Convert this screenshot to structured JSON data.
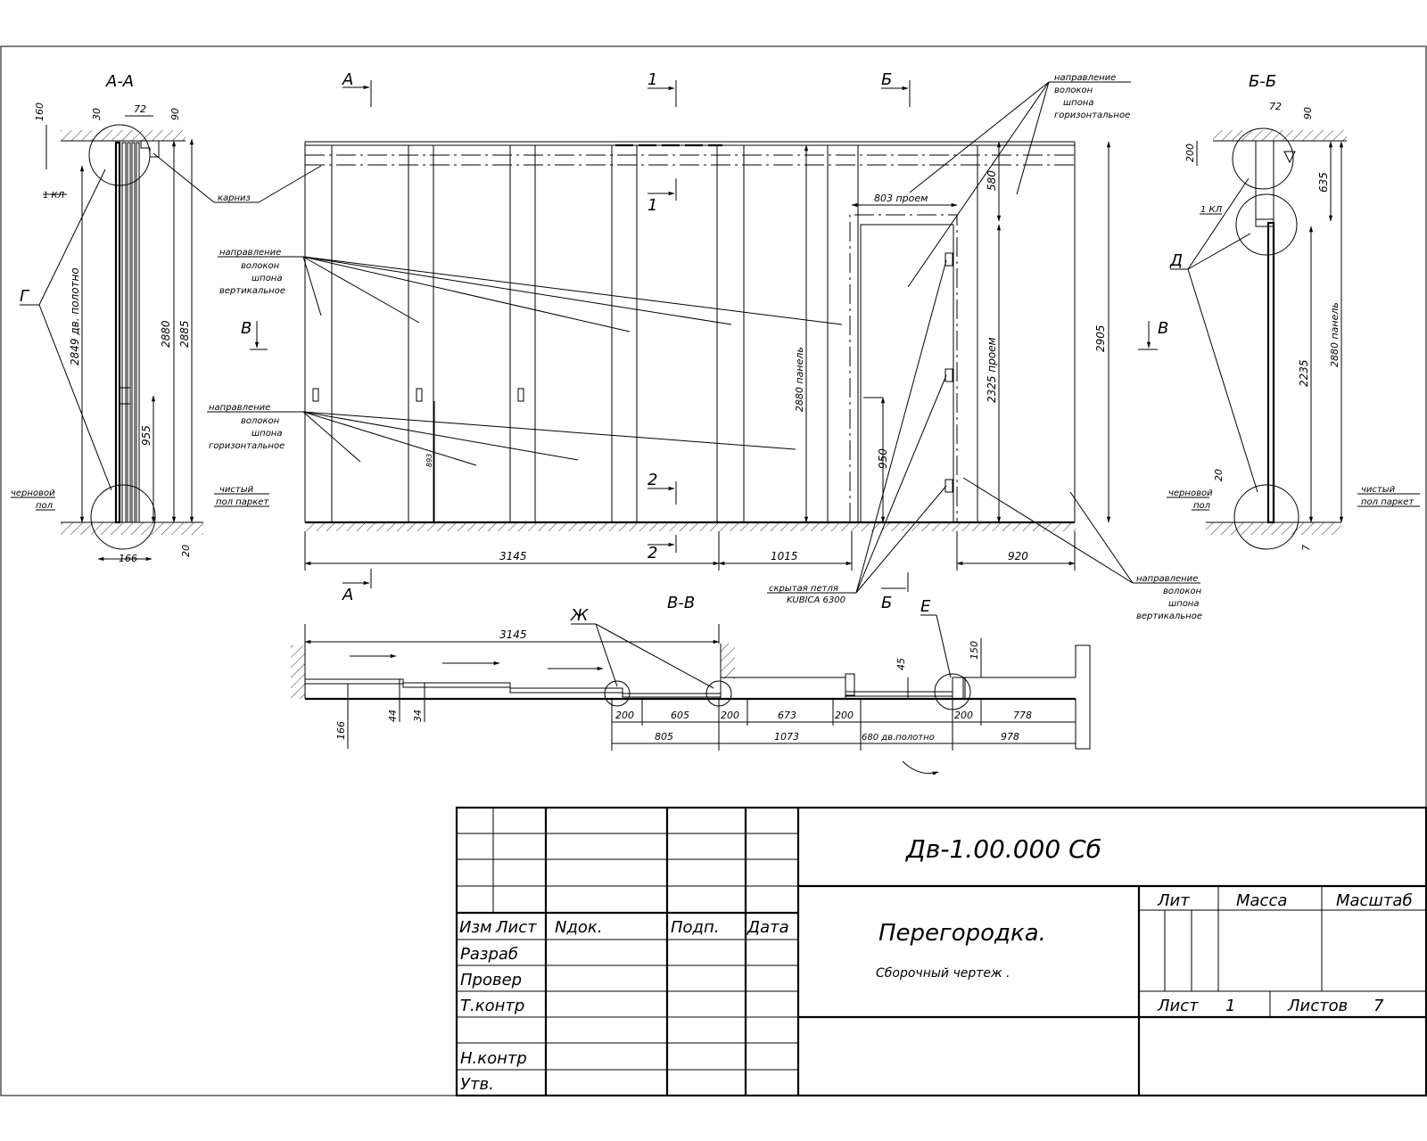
{
  "sections": {
    "aa": "А-А",
    "bb": "Б-Б",
    "vv": "В-В",
    "mark_a": "А",
    "mark_b": "Б",
    "mark_1": "1",
    "mark_2": "2",
    "mark_v": "В",
    "mark_g": "Г",
    "mark_d": "Д",
    "mark_zh": "Ж",
    "mark_e": "Е"
  },
  "dims": {
    "d160": "160",
    "d30": "30",
    "d72": "72",
    "d90": "90",
    "d2849": "2849 дв. полотно",
    "d2880": "2880",
    "d2885": "2885",
    "d955": "955",
    "d166": "166",
    "d20": "20",
    "d3145": "3145",
    "d1015": "1015",
    "d920": "920",
    "d803": "803 проем",
    "d580": "580",
    "d2880p": "2880 панель",
    "d2325": "2325 проем",
    "d2905": "2905",
    "d950": "950",
    "d893": "893",
    "d200": "200",
    "d635": "635",
    "d2235": "2235",
    "d7": "7",
    "d605": "605",
    "d805": "805",
    "d673": "673",
    "d1073": "1073",
    "d680": "680 дв.полотно",
    "d778": "778",
    "d978": "978",
    "d45": "45",
    "d150": "150",
    "d44": "44",
    "d34": "34"
  },
  "notes": {
    "kl": "1 КЛ",
    "karniz": "карниз",
    "fiber_v": [
      "направление",
      "волокон",
      "шпона",
      "вертикальное"
    ],
    "fiber_h": [
      "направление",
      "волокон",
      "шпона",
      "горизонтальное"
    ],
    "floor_rough": [
      "черновой",
      "пол"
    ],
    "floor_clean": [
      "чистый",
      "пол паркет"
    ],
    "hinge": [
      "скрытая петля",
      "KUBICA 6300"
    ]
  },
  "title_block": {
    "code": "Дв-1.00.000 Сб",
    "name": "Перегородка.",
    "subtitle": "Сборочный чертеж .",
    "lit_label": "Лит",
    "mass_label": "Масса",
    "scale_label": "Масштаб",
    "sheet_label": "Лист",
    "sheet_value": "1",
    "sheets_label": "Листов",
    "sheets_value": "7",
    "col_izm": "Изм",
    "col_list": "Лист",
    "col_ndoc": "Nдок.",
    "col_podp": "Подп.",
    "col_data": "Дата",
    "row_razrab": "Разраб",
    "row_prover": "Провер",
    "row_tkontr": "Т.контр",
    "row_nkontr": "Н.контр",
    "row_utv": "Утв."
  }
}
